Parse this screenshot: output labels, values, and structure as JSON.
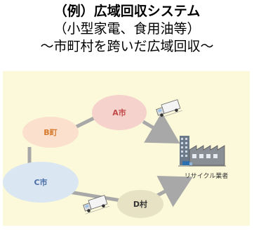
{
  "title": {
    "line1": "（例）広域回収システム",
    "line2": "（小型家電、食用油等）",
    "line3": "～市町村を跨いだ広域回収～"
  },
  "nodes": {
    "a": "A市",
    "b": "B町",
    "c": "C市",
    "d": "D村"
  },
  "recycler": "リサイクル業者",
  "colors": {
    "panel": "#fbf9d9",
    "a_fill": "#f5d2cc",
    "b_fill": "#fbe1cd",
    "c_fill": "#dbe6f3",
    "d_fill": "#e6e2c3",
    "a_text": "#c04a4a",
    "b_text": "#d67a2e",
    "c_text": "#4a6fa8",
    "d_text": "#333333",
    "arrow": "#a8a8a8"
  },
  "icons": {
    "truck": "truck-icon",
    "factory": "factory-icon"
  }
}
